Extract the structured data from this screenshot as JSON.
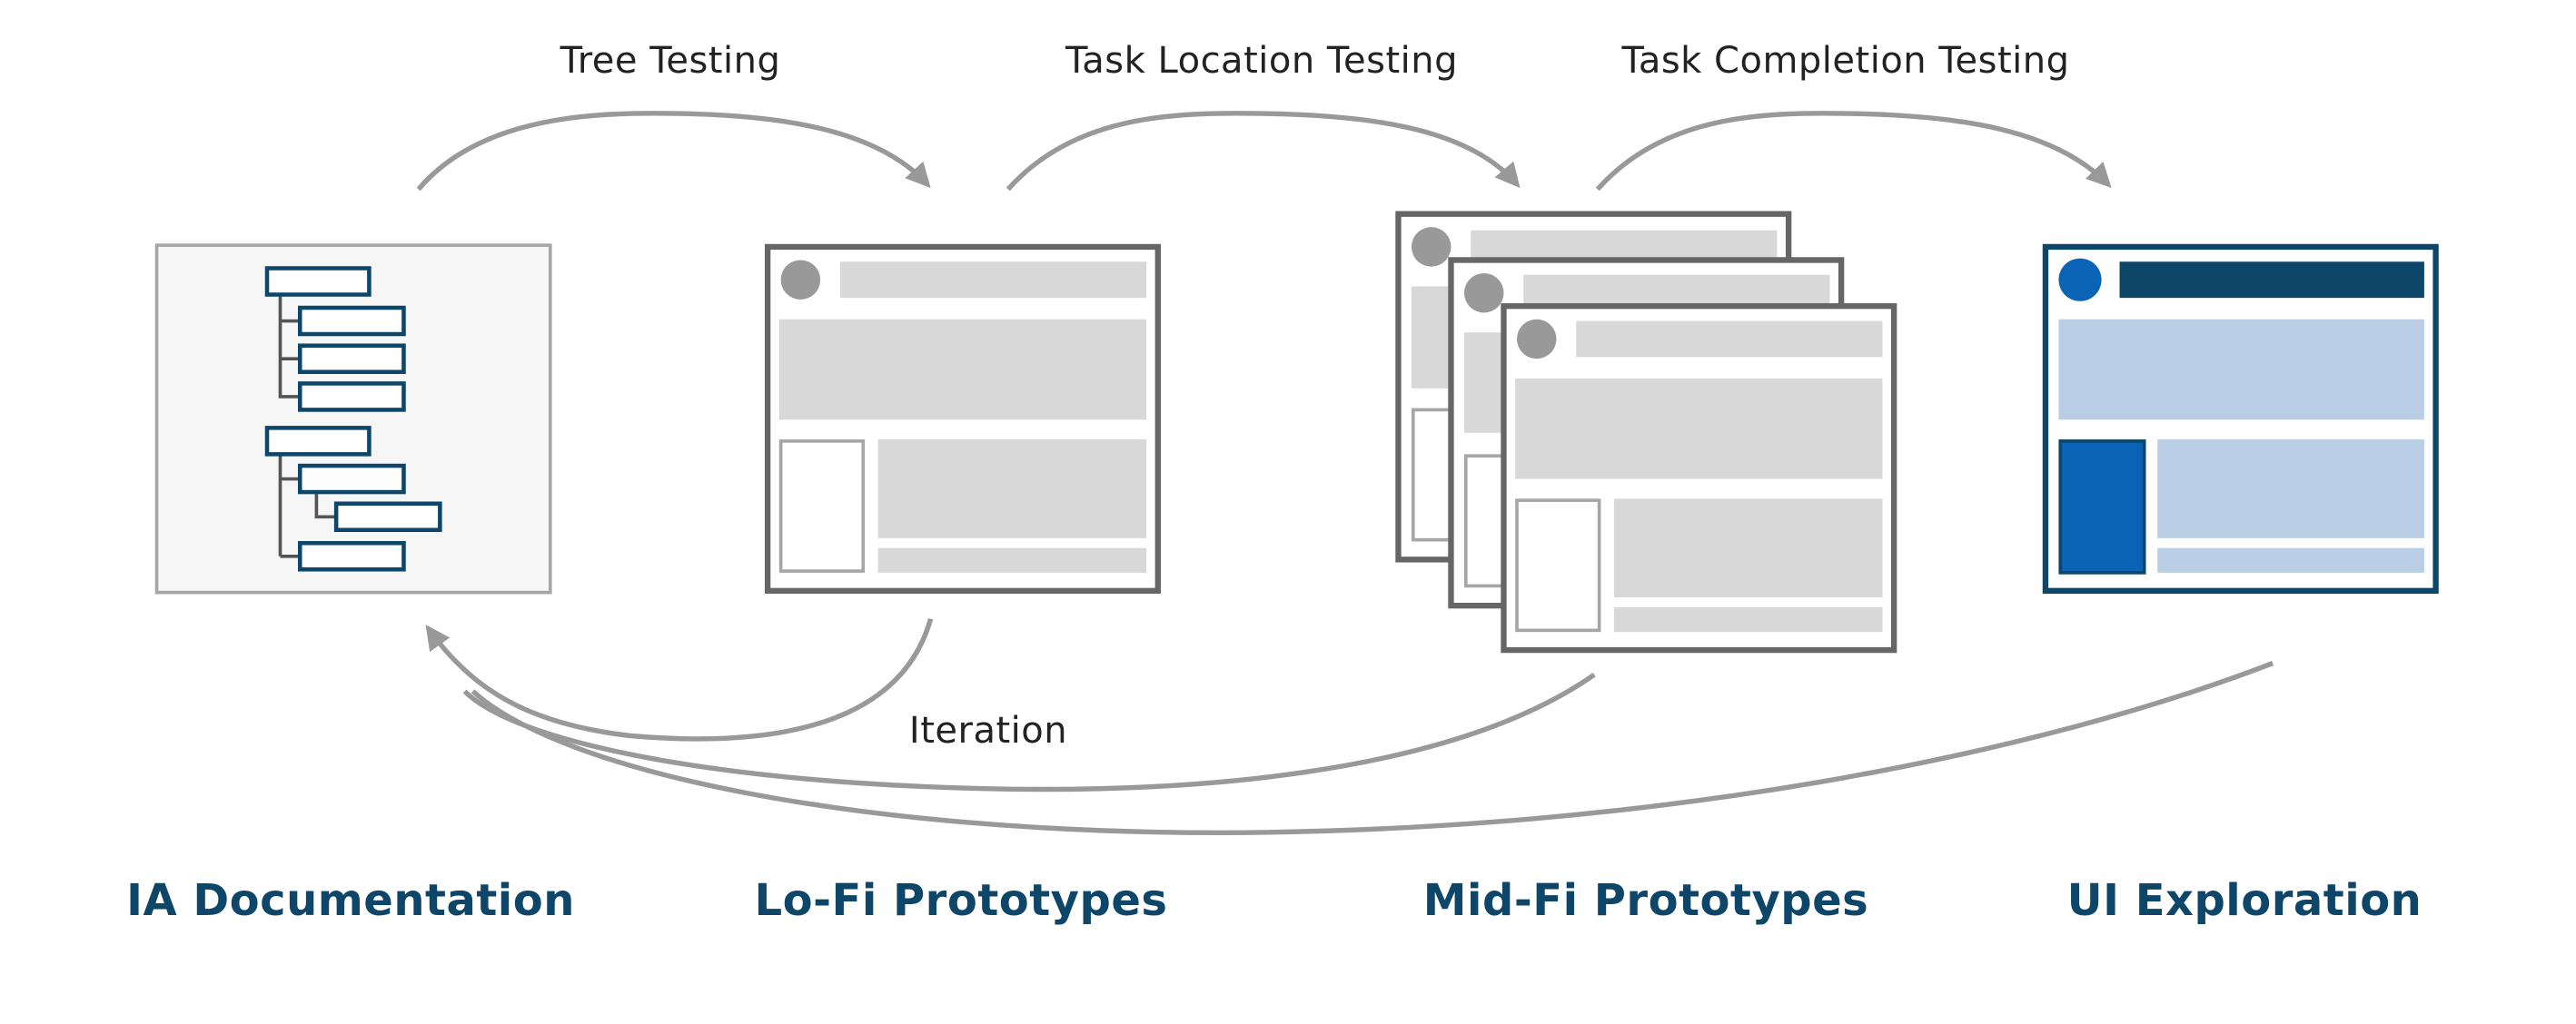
{
  "colors": {
    "arrow": "#999999",
    "text": "#222222",
    "brand_dark": "#0d4668",
    "brand_blue": "#0b63b5",
    "brand_light": "#b9cde4",
    "placeholder": "#d8d8d8",
    "frame_dark": "#666666",
    "frame_light": "#a6a6a6",
    "panel_bg": "#f6f6f6"
  },
  "processes": {
    "tree_testing": "Tree Testing",
    "task_location_testing": "Task Location Testing",
    "task_completion_testing": "Task Completion Testing",
    "iteration": "Iteration"
  },
  "stages": {
    "ia_documentation": "IA Documentation",
    "lofi_prototypes": "Lo-Fi Prototypes",
    "midfi_prototypes": "Mid-Fi Prototypes",
    "ui_exploration": "UI Exploration"
  }
}
